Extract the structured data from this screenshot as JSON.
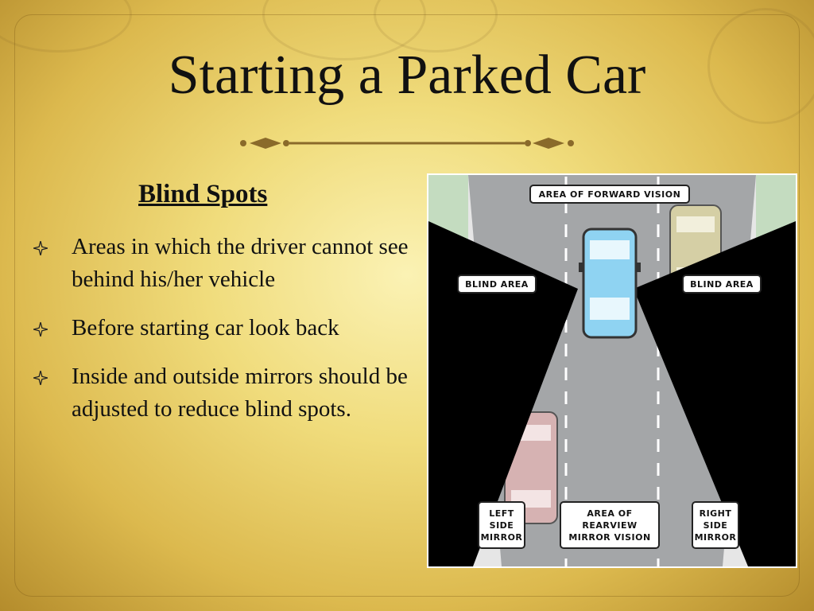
{
  "slide": {
    "title": "Starting a Parked Car",
    "subtitle": "Blind Spots",
    "bullets": [
      "Areas in which the driver cannot see behind his/her vehicle",
      "Before starting car look back",
      "Inside and outside mirrors should be adjusted to reduce blind spots."
    ]
  },
  "diagram": {
    "forward_label": "AREA OF FORWARD VISION",
    "blind_left": "BLIND AREA",
    "blind_right": "BLIND AREA",
    "left_mirror": [
      "LEFT",
      "SIDE",
      "MIRROR"
    ],
    "rearview": [
      "AREA OF",
      "REARVIEW",
      "MIRROR VISION"
    ],
    "right_mirror": [
      "RIGHT",
      "SIDE",
      "MIRROR"
    ]
  },
  "colors": {
    "accent": "#b08a30",
    "road": "#a4a6a8",
    "grass": "#c4dcc0",
    "blind": "#000000",
    "car_blue": "#8fd3f2",
    "car_tan": "#d5cfa5",
    "car_pink": "#d6b2b2"
  }
}
